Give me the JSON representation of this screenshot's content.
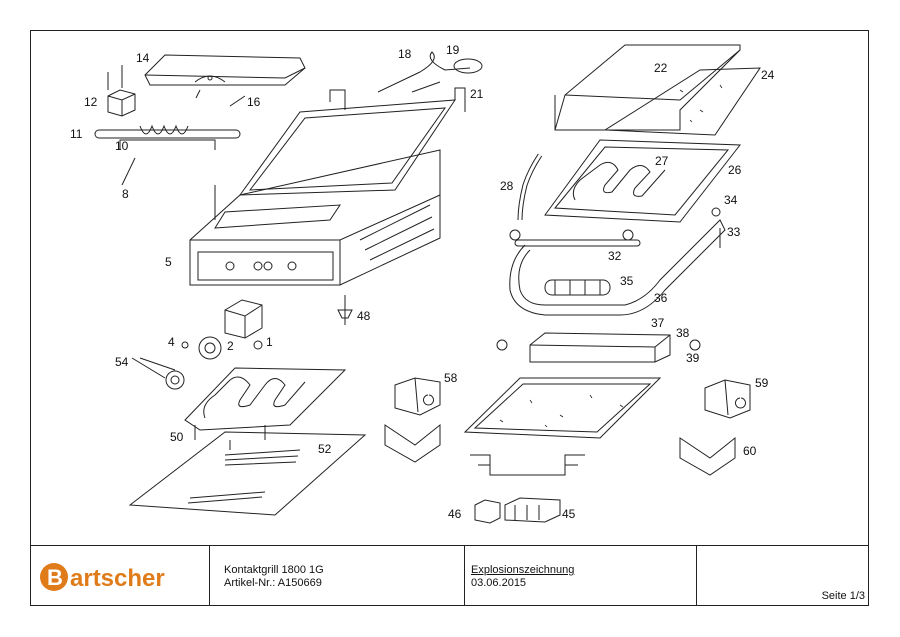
{
  "brand": {
    "name": "Bartscher",
    "initial": "B",
    "rest": "artscher",
    "color": "#e07b1a"
  },
  "product": {
    "name": "Kontaktgrill 1800 1G",
    "article": "Artikel-Nr.: A150669"
  },
  "drawing": {
    "kind": "Explosionszeichnung",
    "date": "03.06.2015"
  },
  "page": "Seite 1/3",
  "part_labels": {
    "p1": "1",
    "p2": "2",
    "p4": "4",
    "p5": "5",
    "p8": "8",
    "p10": "10",
    "p11": "11",
    "p12": "12",
    "p14": "14",
    "p16": "16",
    "p18": "18",
    "p19": "19",
    "p21": "21",
    "p22": "22",
    "p24": "24",
    "p26": "26",
    "p27": "27",
    "p28": "28",
    "p32": "32",
    "p33": "33",
    "p34": "34",
    "p35": "35",
    "p36": "36",
    "p37": "37",
    "p38": "38",
    "p39": "39",
    "p45": "45",
    "p46": "46",
    "p48": "48",
    "p50": "50",
    "p52": "52",
    "p54": "54",
    "p58": "58",
    "p59": "59",
    "p60": "60"
  }
}
